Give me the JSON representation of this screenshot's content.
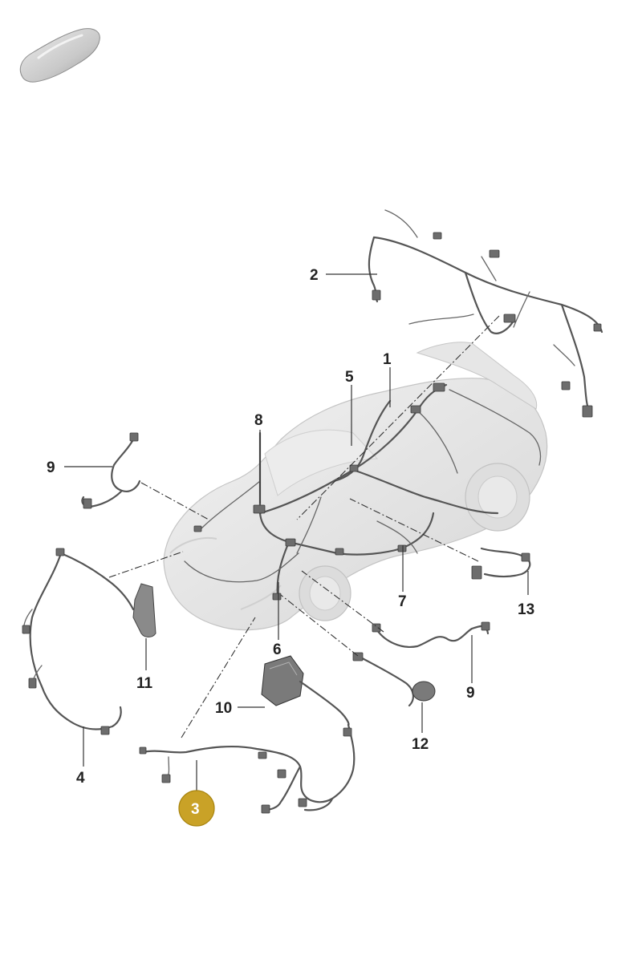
{
  "diagram": {
    "highlight_color": "#c9a227",
    "line_color": "#333333",
    "car_body_color": "#e4e4e4",
    "callouts": [
      {
        "id": "1",
        "label": "1"
      },
      {
        "id": "2",
        "label": "2"
      },
      {
        "id": "3",
        "label": "3",
        "highlighted": true
      },
      {
        "id": "4",
        "label": "4"
      },
      {
        "id": "5",
        "label": "5"
      },
      {
        "id": "6",
        "label": "6"
      },
      {
        "id": "7",
        "label": "7"
      },
      {
        "id": "8",
        "label": "8"
      },
      {
        "id": "9a",
        "label": "9"
      },
      {
        "id": "9b",
        "label": "9"
      },
      {
        "id": "10",
        "label": "10"
      },
      {
        "id": "11",
        "label": "11"
      },
      {
        "id": "12",
        "label": "12"
      },
      {
        "id": "13",
        "label": "13"
      }
    ]
  }
}
